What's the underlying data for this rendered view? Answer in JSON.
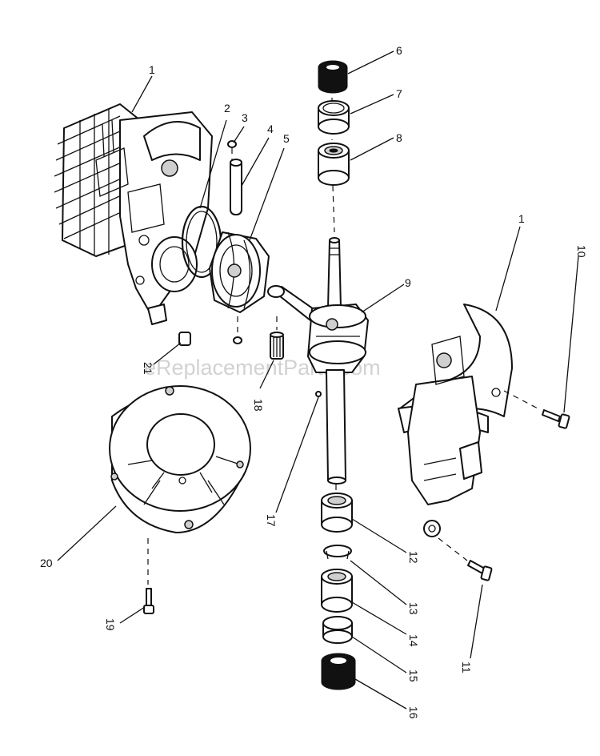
{
  "watermark": "eReplacementParts.com",
  "callouts": [
    "1",
    "2",
    "3",
    "4",
    "5",
    "6",
    "7",
    "8",
    "9",
    "10",
    "1",
    "11",
    "12",
    "13",
    "14",
    "15",
    "16",
    "17",
    "18",
    "19",
    "20",
    "21"
  ],
  "parts": [
    {
      "key": "crankcase-left-half",
      "label": "1"
    },
    {
      "key": "gasket",
      "label": "2"
    },
    {
      "key": "retaining-ring",
      "label": "3"
    },
    {
      "key": "wrist-pin",
      "label": "4"
    },
    {
      "key": "piston",
      "label": "5"
    },
    {
      "key": "oil-seal",
      "label": "6"
    },
    {
      "key": "spacer-ring",
      "label": "7"
    },
    {
      "key": "ball-bearing-upper",
      "label": "8"
    },
    {
      "key": "crankshaft",
      "label": "9"
    },
    {
      "key": "screw-10",
      "label": "10"
    },
    {
      "key": "crankcase-right-half",
      "label": "1"
    },
    {
      "key": "screw-11",
      "label": "11"
    },
    {
      "key": "bearing-sleeve",
      "label": "12"
    },
    {
      "key": "snap-ring",
      "label": "13"
    },
    {
      "key": "ball-bearing-lower",
      "label": "14"
    },
    {
      "key": "washer",
      "label": "15"
    },
    {
      "key": "lower-oil-seal",
      "label": "16"
    },
    {
      "key": "key",
      "label": "17"
    },
    {
      "key": "needle-bearing",
      "label": "18"
    },
    {
      "key": "screw-19",
      "label": "19"
    },
    {
      "key": "flywheel-housing",
      "label": "20"
    },
    {
      "key": "plug",
      "label": "21"
    }
  ]
}
